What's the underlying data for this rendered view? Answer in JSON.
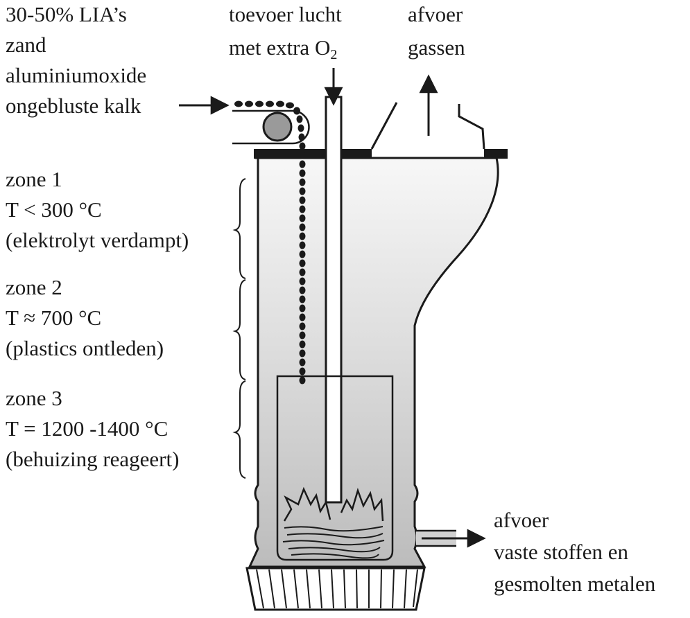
{
  "feed": {
    "lines": [
      "30-50% LIA’s",
      "zand",
      "aluminiumoxide",
      "ongebluste kalk"
    ]
  },
  "air_inlet": {
    "line1": "toevoer lucht",
    "line2_text": "met extra O",
    "line2_subscript": "2"
  },
  "gas_outlet": {
    "line1": "afvoer",
    "line2": "gassen"
  },
  "zones": [
    {
      "name": "zone 1",
      "temperature": "T < 300 °C",
      "process": "(elektrolyt verdampt)"
    },
    {
      "name": "zone 2",
      "temperature": "T ≈ 700 °C",
      "process": "(plastics ontleden)"
    },
    {
      "name": "zone 3",
      "temperature": "T = 1200 -1400 °C",
      "process": "(behuizing reageert)"
    }
  ],
  "solid_outlet": {
    "line1": "afvoer",
    "line2": "vaste stoffen en",
    "line3": "gesmolten metalen"
  },
  "colors": {
    "ink": "#1a1a1a",
    "furnace_light": "#f4f4f4",
    "furnace_dark": "#bdbdbd",
    "roller": "#9a9a9a"
  }
}
